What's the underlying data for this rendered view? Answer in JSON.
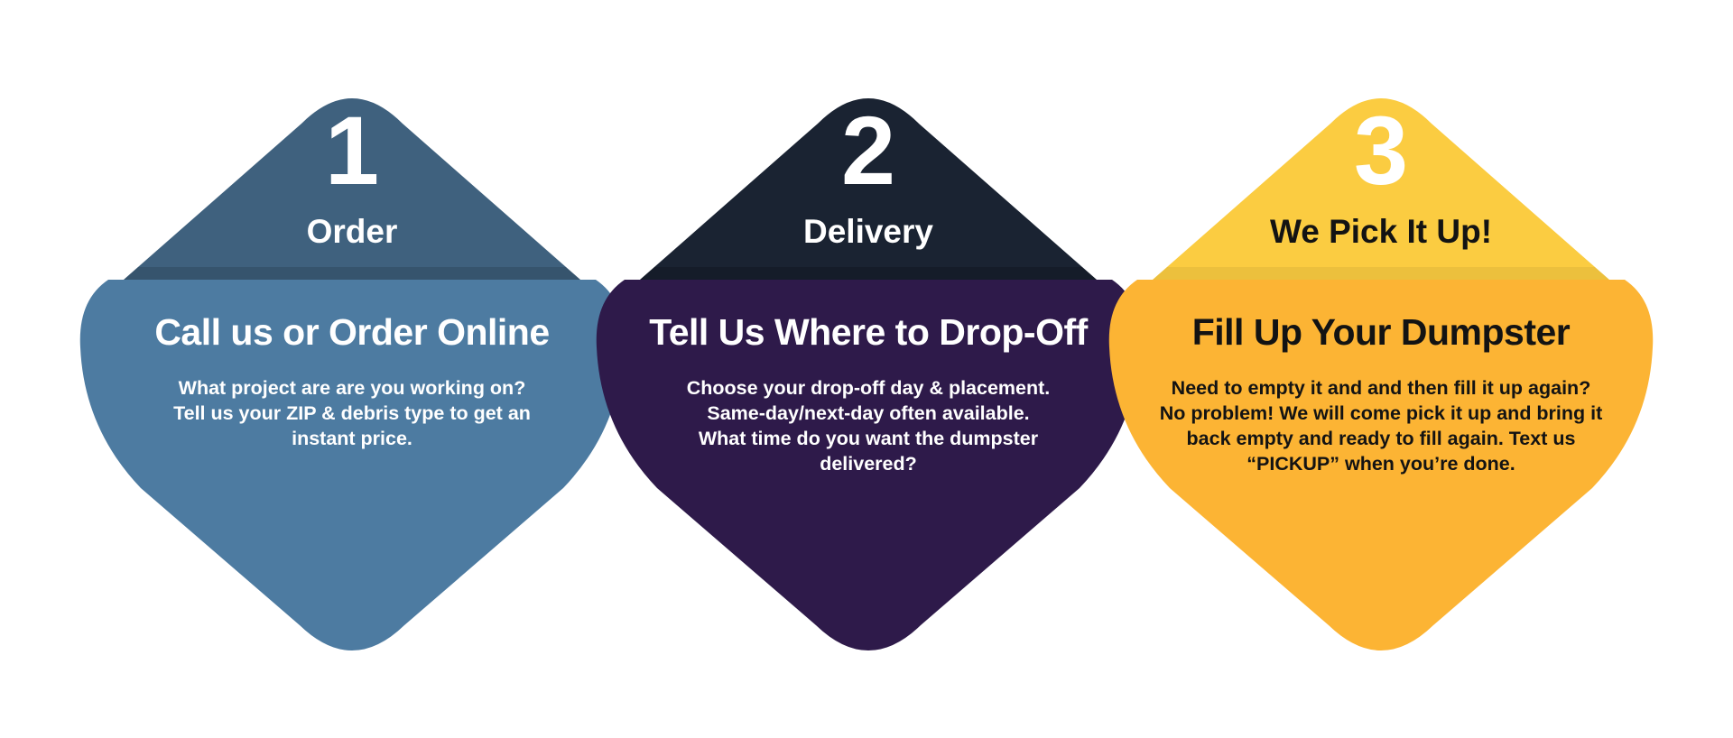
{
  "page": {
    "background": "#ffffff",
    "title": "Dumpster rental 3-step process infographic"
  },
  "steps": [
    {
      "number": "1",
      "label": "Order",
      "heading": "Call us or Order Online",
      "body": "What project are are you working on?\nTell us your ZIP & debris type to get an\ninstant price.",
      "colors": {
        "top": "#3f617e",
        "bottom": "#4d7ba1",
        "text": "#ffffff"
      }
    },
    {
      "number": "2",
      "label": "Delivery",
      "heading": "Tell Us Where to Drop-Off",
      "body": "Choose your drop-off day & placement.\nSame-day/next-day often available.\nWhat time do you want the dumpster\ndelivered?",
      "colors": {
        "top": "#1a2332",
        "bottom": "#2e1a4a",
        "text": "#ffffff"
      }
    },
    {
      "number": "3",
      "label": "We Pick It Up!",
      "heading": "Fill Up Your Dumpster",
      "body": "Need to empty it and and then fill it up again?\nNo problem! We will come pick it up and bring it\nback empty and ready to fill again. Text us\n“PICKUP” when you’re done.",
      "colors": {
        "top": "#fbcc41",
        "bottom": "#fcb434",
        "text": "#131313",
        "number_text": "#ffffff"
      }
    }
  ]
}
